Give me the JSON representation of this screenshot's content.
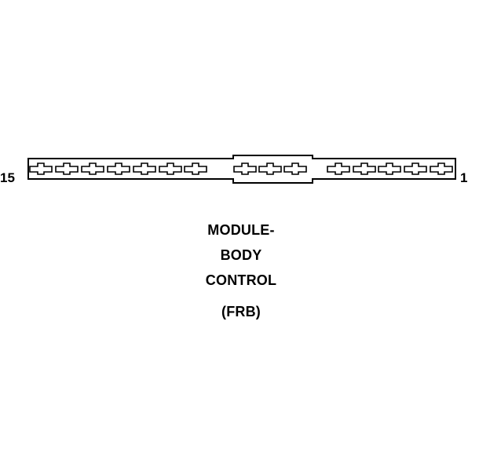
{
  "connector": {
    "pin_label_left": "15",
    "pin_label_right": "1",
    "pin_count": 15,
    "caption_lines": [
      "MODULE-",
      "BODY",
      "CONTROL",
      "(FRB)"
    ]
  }
}
